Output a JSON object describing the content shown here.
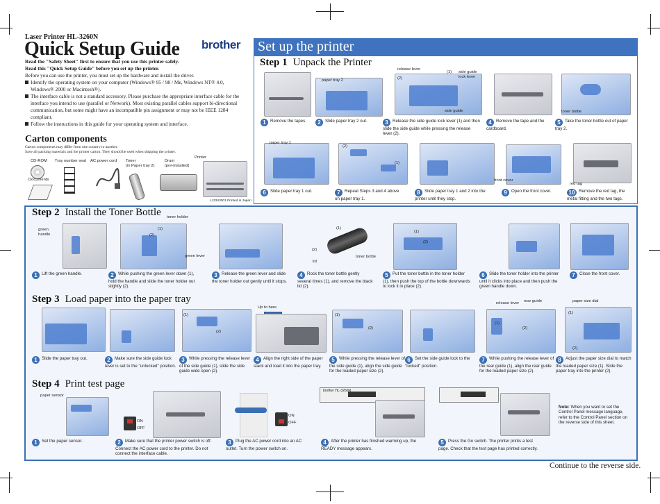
{
  "header": {
    "model": "Laser Printer HL-3260N",
    "title": "Quick Setup Guide",
    "brand": "brother",
    "intro_bold": [
      "Read the \"Safety Sheet\" first to ensure that you use this printer safely.",
      "Read this \"Quick Setup Guide\" before you set up the printer."
    ],
    "intro": "Before you can use the printer, you must set up the hardware and install the driver.",
    "bullets": [
      "Identify the operating system on your computer (Windows® 95 / 98 / Me, Windows NT® 4.0, Windows® 2000 or Macintosh®).",
      "The interface cable is not a standard accessory. Please purchase the appropriate interface cable for the interface you intend to use (parallel or Network). Most existing parallel cables support bi-directional communication, but some might have an incompatible pin assignment or may not be IEEE 1284 compliant.",
      "Follow the instructions in this guide for your operating system and interface."
    ]
  },
  "carton": {
    "title": "Carton components",
    "note1": "Carton components may differ from one country to another.",
    "note2": "Save all packing materials and the printer carton. They should be used when shipping the printer.",
    "items": [
      "CD-ROM",
      "Documents",
      "Tray number seal",
      "AC power cord",
      "Toner\n(in Paper tray 2)",
      "Drum\n(pre-installed)",
      "Printer"
    ],
    "printed": "LJ2343001 Printed in Japan"
  },
  "banner": "Set up the printer",
  "step1": {
    "num": "Step 1",
    "title": "Unpack the Printer",
    "labels": [
      "paper tray 2",
      "release lever",
      "(2)",
      "(1)",
      "side guide lock lever",
      "side guide",
      "toner bottle",
      "paper tray 1",
      "(2)",
      "(1)",
      "front cover",
      "red tag"
    ],
    "captions": [
      {
        "n": "1",
        "t": "Remove the tapes."
      },
      {
        "n": "2",
        "t": "Slide paper tray 2 out."
      },
      {
        "n": "3",
        "t": "Release the side guide lock lever (1) and then slide the side guide while pressing the release lever (2)."
      },
      {
        "n": "4",
        "t": "Remove the tape and the cardboard."
      },
      {
        "n": "5",
        "t": "Take the toner bottle out of paper tray 2."
      },
      {
        "n": "6",
        "t": "Slide paper tray 1 out."
      },
      {
        "n": "7",
        "t": "Repeat Steps 3 and 4 above on paper tray 1."
      },
      {
        "n": "8",
        "t": "Slide paper tray 1 and 2 into the printer until they stop."
      },
      {
        "n": "9",
        "t": "Open the front cover."
      },
      {
        "n": "10",
        "t": "Remove the red tag, the metal fitting and the two tags."
      }
    ]
  },
  "step2": {
    "num": "Step 2",
    "title": "Install the Toner Bottle",
    "labels": [
      "green handle",
      "toner holder",
      "(1)",
      "(2)",
      "green lever",
      "(1)",
      "(2)",
      "toner bottle",
      "lid",
      "(1)",
      "(2)"
    ],
    "captions": [
      {
        "n": "1",
        "t": "Lift the green handle."
      },
      {
        "n": "2",
        "t": "While pushing the green lever down (1), hold the handle and slide the toner holder out slightly (2)."
      },
      {
        "n": "3",
        "t": "Release the green lever and slide the toner holder out gently until it stops."
      },
      {
        "n": "4",
        "t": "Rock the toner bottle gently several times (1), and remove the black lid (2)."
      },
      {
        "n": "5",
        "t": "Put the toner bottle in the toner holder (1), then push the top of the bottle downwards to lock it in place (2)."
      },
      {
        "n": "6",
        "t": "Slide the toner holder into the printer until it clicks into place and then push the green handle down."
      },
      {
        "n": "7",
        "t": "Close the front cover."
      }
    ]
  },
  "step3": {
    "num": "Step 3",
    "title": "Load paper into the paper tray",
    "labels": [
      "Up to here",
      "(1)",
      "(2)",
      "(1)",
      "(2)",
      "release lever",
      "rear guide",
      "(2)",
      "(1)",
      "paper size dial",
      "(1)",
      "(2)"
    ],
    "captions": [
      {
        "n": "1",
        "t": "Slide the paper tray out."
      },
      {
        "n": "2",
        "t": "Make sure the side guide lock lever is set to the \"unlocked\" position."
      },
      {
        "n": "3",
        "t": "While pressing the release lever of the side guide (1), slide the side guide wide open (2)."
      },
      {
        "n": "4",
        "t": "Align the right side of the paper stack and load it into the paper tray."
      },
      {
        "n": "5",
        "t": "While pressing the release lever of the side guide (1), align the side guide for the loaded paper size (2)."
      },
      {
        "n": "6",
        "t": "Set the side guide lock to the \"locked\" position."
      },
      {
        "n": "7",
        "t": "While pushing the release lever of the rear guide (1), align the rear guide for the loaded paper size (2)."
      },
      {
        "n": "8",
        "t": "Adjust the paper size dial to match the loaded paper size (1). Slide the paper tray into the printer (2)."
      }
    ]
  },
  "step4": {
    "num": "Step 4",
    "title": "Print test page",
    "labels": [
      "paper sensor",
      "ON",
      "OFF",
      "ON",
      "OFF",
      "brother HL-3260N"
    ],
    "captions": [
      {
        "n": "1",
        "t": "Set the paper sensor."
      },
      {
        "n": "2",
        "t": "Make sure that the printer power switch is off. Connect the AC power cord to the printer. Do not connect the interface cable."
      },
      {
        "n": "3",
        "t": "Plug the AC power cord into an AC outlet. Turn the power switch on."
      },
      {
        "n": "4",
        "t": "After the printer has finished warming up, the READY message appears."
      },
      {
        "n": "5",
        "t": "Press the Go switch. The printer prints a test page. Check that the test page has printed correctly."
      }
    ],
    "note_label": "Note:",
    "note": "When you want to set the Control Panel message language, refer to the Control Panel section on the reverse side of this sheet."
  },
  "footer": "Continue to the reverse side.",
  "colors": {
    "accent": "#3a6fb4",
    "banner": "#3f73bf",
    "panel": "#f2f6fc"
  }
}
